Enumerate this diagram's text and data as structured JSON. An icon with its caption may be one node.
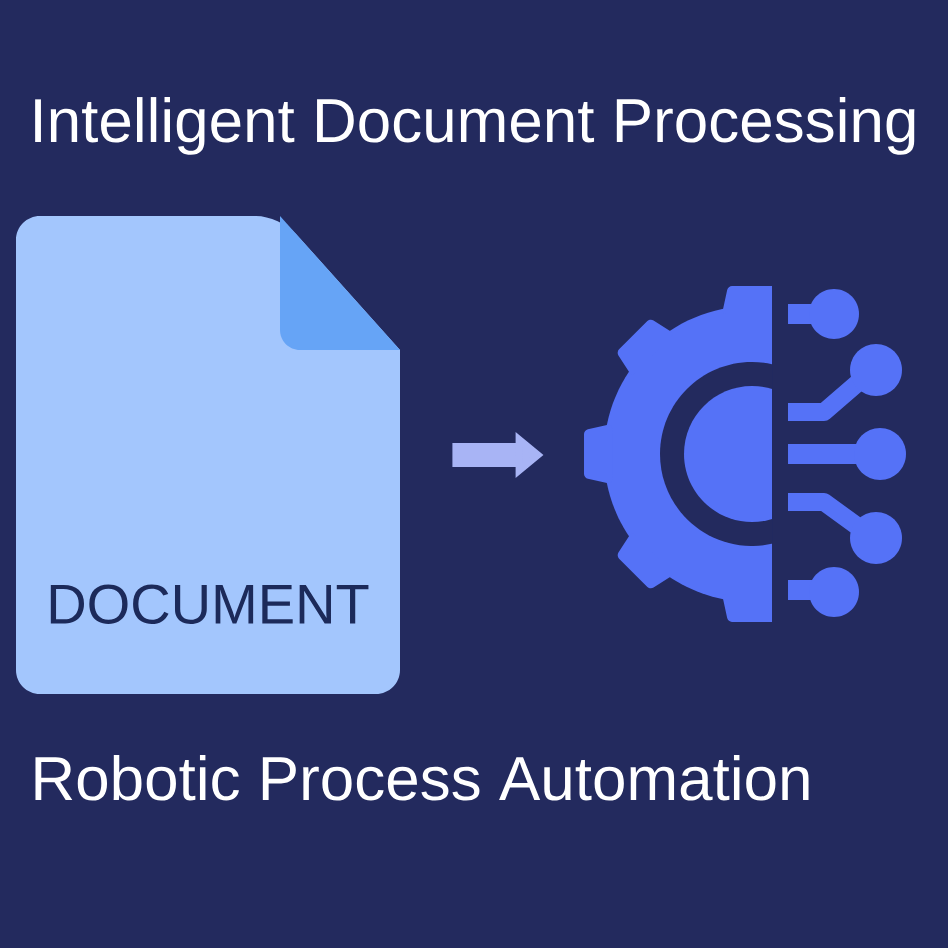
{
  "diagram": {
    "title": "Intelligent Document Processing",
    "caption": "Robotic Process Automation",
    "nodes": [
      {
        "text": [
          "DOCUMENT"
        ]
      },
      {
        "text": [],
        "shape": "picture"
      }
    ],
    "edges": [
      {
        "from": 0,
        "to": 1,
        "arrow": "to"
      }
    ]
  }
}
